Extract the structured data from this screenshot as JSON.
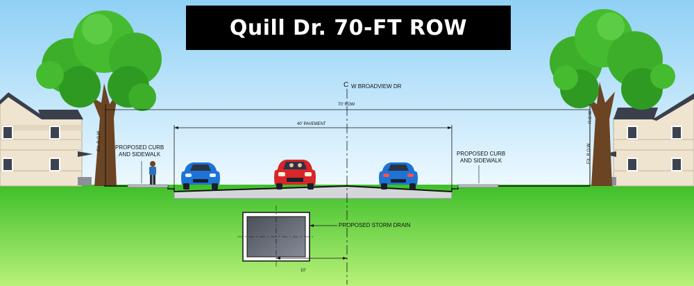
{
  "title": "Quill Dr. 70-FT ROW",
  "labels": {
    "centerline": "W BROADVIEW DR",
    "centerline_symbol": "C",
    "row_width": "70' ROW",
    "pavement_width": "40' PAVEMENT",
    "curb_sidewalk_left_1": "PROPOSED CURB",
    "curb_sidewalk_left_2": "AND SIDEWALK",
    "curb_sidewalk_right_1": "PROPOSED CURB",
    "curb_sidewalk_right_2": "AND SIDEWALK",
    "storm_drain": "PROPOSED STORM DRAIN",
    "drain_offset": "10'",
    "left_side_dim": "EX. R.O.W.",
    "right_side_dim": "EX. R.O.W.",
    "right_top_dim": "R.O.W."
  },
  "icons": {
    "left_tree": "tree-icon",
    "right_tree": "tree-icon",
    "left_house": "house-icon",
    "right_house": "house-icon",
    "pedestrian": "person-icon",
    "car_left": "car-icon",
    "car_center": "car-icon",
    "car_right": "car-icon",
    "storm_drain": "box-culvert-icon"
  },
  "colors": {
    "sky_top": "#8fd0f5",
    "sky_bottom": "#eef9ff",
    "grass_top": "#3fbf2a",
    "grass_bottom": "#b9f27a",
    "title_bg": "#000000",
    "title_text": "#ffffff",
    "car_left": "#1e73d6",
    "car_center": "#d8262b",
    "car_right": "#1e73d6",
    "house_siding": "#efe4cf",
    "house_roof": "#3a3f4b",
    "tree_canopy": "#3cae2a",
    "tree_trunk": "#6b4423",
    "drain_fill": "#5e6470"
  }
}
